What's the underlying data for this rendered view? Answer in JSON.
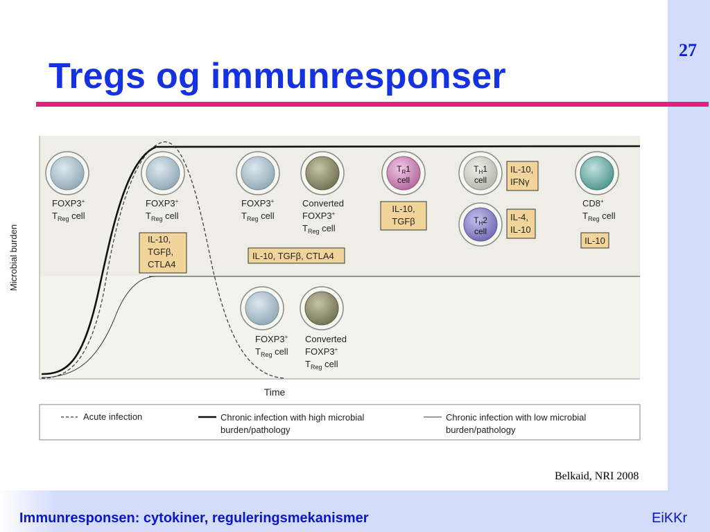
{
  "slide": {
    "number": "27",
    "title": "Tregs og immunresponser",
    "citation": "Belkaid, NRI 2008",
    "footer_text": "Immunresponsen: cytokiner, reguleringsmekanismer",
    "footer_brand": "EiKKr"
  },
  "figure": {
    "y_axis_label": "Microbial burden",
    "x_axis_label": "Time",
    "cells": {
      "foxp3_1": {
        "line1": "FOXP3",
        "sup": "+",
        "line2_main": "T",
        "line2_sub": "Reg",
        "line2_end": " cell"
      },
      "foxp3_2": {
        "line1": "FOXP3",
        "sup": "+",
        "line2_main": "T",
        "line2_sub": "Reg",
        "line2_end": " cell"
      },
      "foxp3_3": {
        "line1": "FOXP3",
        "sup": "+",
        "line2_main": "T",
        "line2_sub": "Reg",
        "line2_end": " cell"
      },
      "converted_top": {
        "line1": "Converted",
        "line2": "FOXP3",
        "sup": "+",
        "line3_main": "T",
        "line3_sub": "Reg",
        "line3_end": " cell"
      },
      "tr1": {
        "top_main": "T",
        "top_sub": "R",
        "top_end": "1",
        "bottom": "cell"
      },
      "th1": {
        "top_main": "T",
        "top_sub": "H",
        "top_end": "1",
        "bottom": "cell"
      },
      "th2": {
        "top_main": "T",
        "top_sub": "H",
        "top_end": "2",
        "bottom": "cell"
      },
      "cd8": {
        "line1": "CD8",
        "sup": "+",
        "line2_main": "T",
        "line2_sub": "Reg",
        "line2_end": " cell"
      },
      "foxp3_low": {
        "line1": "FOXP3",
        "sup": "+",
        "line2_main": "T",
        "line2_sub": "Reg",
        "line2_end": " cell"
      },
      "converted_low": {
        "line1": "Converted",
        "line2": "FOXP3",
        "sup": "+",
        "line3_main": "T",
        "line3_sub": "Reg",
        "line3_end": " cell"
      }
    },
    "cytokine_boxes": {
      "treg_acute": [
        "IL-10,",
        "TGFβ,",
        "CTLA4"
      ],
      "foxp3_converted": "IL-10, TGFβ, CTLA4",
      "tr1": [
        "IL-10,",
        "TGFβ"
      ],
      "th1": [
        "IL-10,",
        "IFNγ"
      ],
      "th2": [
        "IL-4,",
        "IL-10"
      ],
      "cd8": "IL-10"
    },
    "legend": {
      "acute": "Acute infection",
      "chronic_high_1": "Chronic infection with high microbial",
      "chronic_high_2": "burden/pathology",
      "chronic_low_1": "Chronic infection with low microbial",
      "chronic_low_2": "burden/pathology"
    },
    "colors": {
      "treg_cell": "#a9bfc9",
      "converted_cell": "#8f8f6e",
      "tr1_cell": "#c97fb3",
      "th1_cell": "#c4c4bb",
      "th2_cell": "#8a83c6",
      "cd8_cell": "#6aa8a2",
      "cytokine_box": "#f0d49a",
      "title": "#1432e0",
      "rule": "#e4207e",
      "footer": "#0a17c4"
    }
  }
}
